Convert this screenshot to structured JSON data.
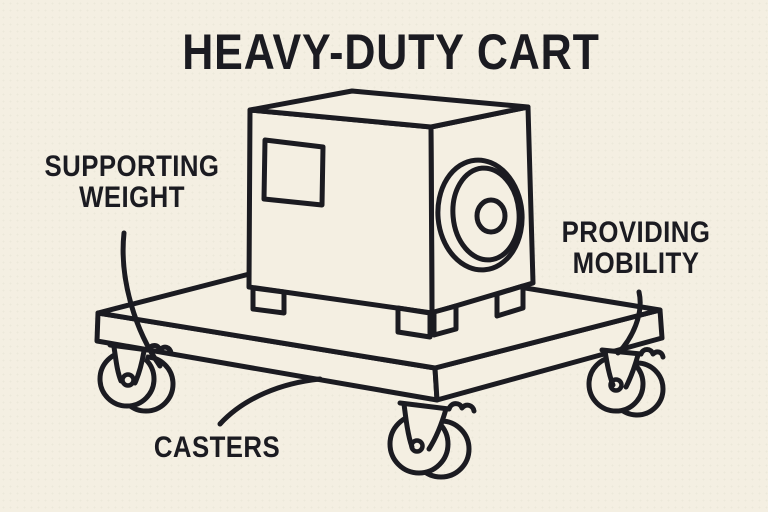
{
  "colors": {
    "background": "#f4efe2",
    "ink": "#1b1b21"
  },
  "title": "HEAVY-DUTY CART",
  "labels": {
    "supporting_weight": {
      "lines": [
        "SUPPORTING",
        "WEIGHT"
      ]
    },
    "providing_mobility": {
      "lines": [
        "PROVIDING",
        "MOBILITY"
      ]
    },
    "casters": {
      "text": "CASTERS"
    }
  },
  "illustration": {
    "type": "line-drawing",
    "subject": "heavy-duty cart: box resting on a dolly platform with swivel casters",
    "parts": [
      "cart-box",
      "box-panel",
      "box-speaker",
      "box-feet",
      "dolly-platform",
      "caster-left",
      "caster-front",
      "caster-right",
      "leader-lines"
    ]
  }
}
